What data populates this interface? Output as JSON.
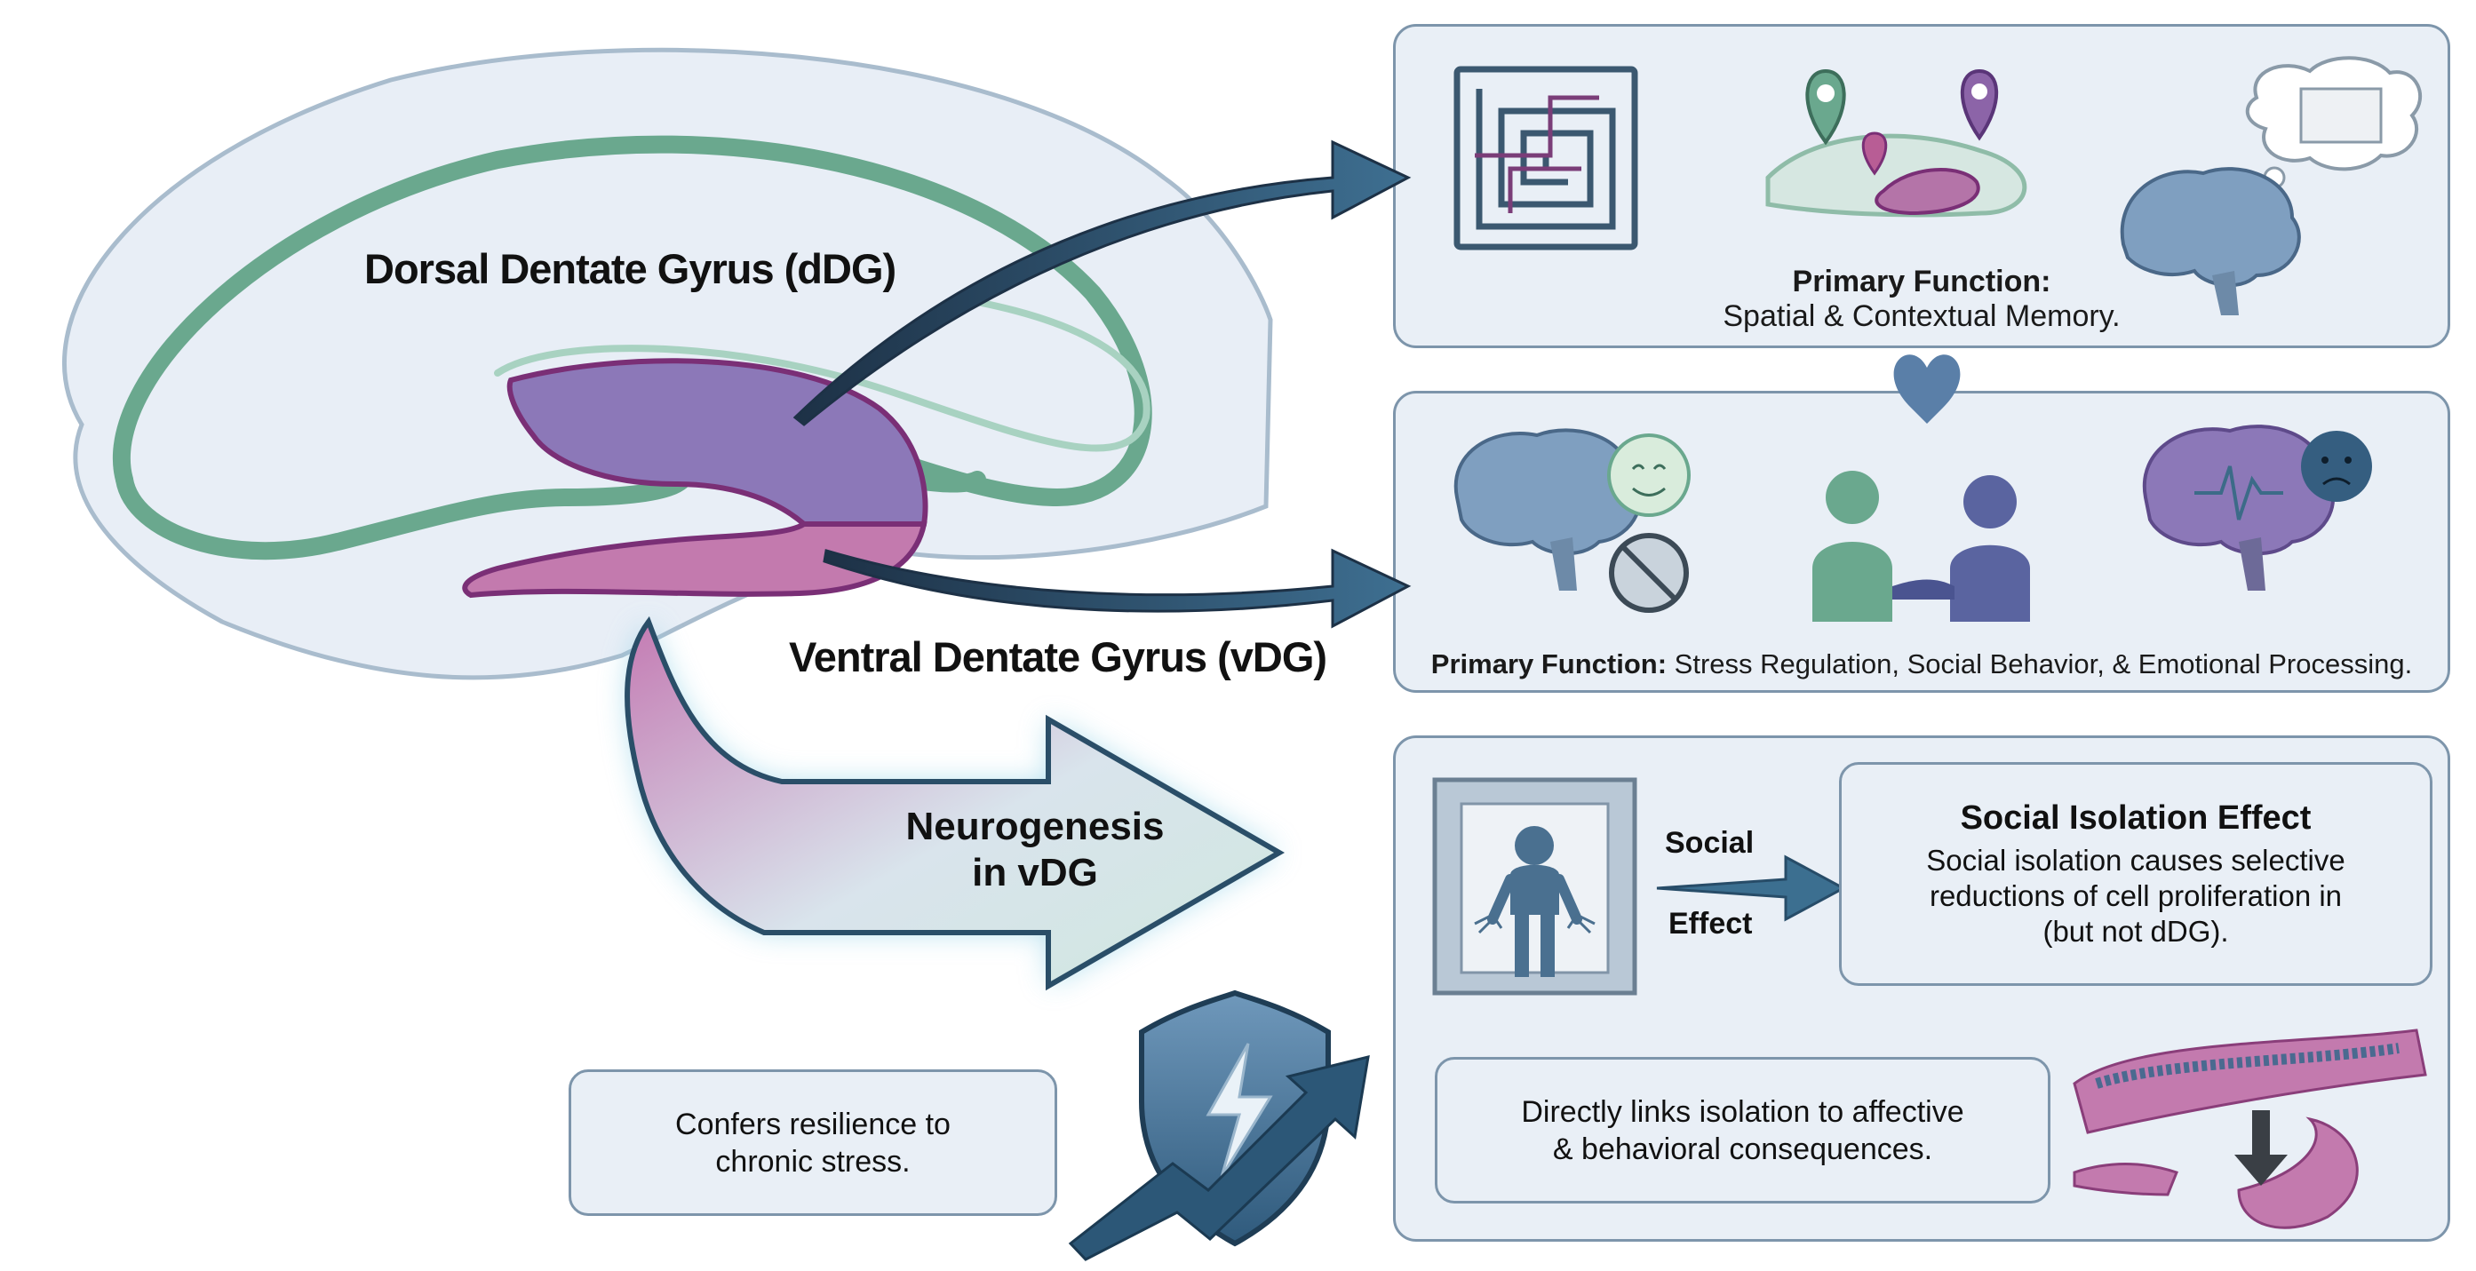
{
  "labels": {
    "dorsal": "Dorsal Dentate Gyrus (dDG)",
    "ventral": "Ventral Dentate Gyrus (vDG)",
    "neurogenesis_line1": "Neurogenesis",
    "neurogenesis_line2": "in vDG"
  },
  "dorsal_panel": {
    "function_heading": "Primary Function:",
    "function_text": "Spatial & Contextual Memory."
  },
  "ventral_panel": {
    "function_heading": "Primary Function:",
    "function_text": "Stress Regulation, Social Behavior, & Emotional Processing."
  },
  "isolation_panel": {
    "arrow_top": "Social",
    "arrow_bottom": "Effect",
    "effect_title": "Social Isolation Effect",
    "effect_line1": "Social isolation causes selective",
    "effect_line2": "reductions of cell proliferation in",
    "effect_line3": "(but not dDG).",
    "link_line1": "Directly links isolation to affective",
    "link_line2": "& behavioral consequences."
  },
  "resilience": {
    "line1": "Confers resilience to",
    "line2": "chronic stress."
  },
  "icons": {
    "maze": "maze-icon",
    "map_pins": "location-pin-icon",
    "thinking_brain": "brain-thought-icon",
    "calm_brain": "brain-calm-face-icon",
    "no_stress": "no-stress-icon",
    "social": "people-heart-icon",
    "sad_brain": "brain-sad-face-icon",
    "isolated_person": "isolated-person-icon",
    "shield": "shield-lightning-icon",
    "tissue": "dentate-tissue-icon"
  },
  "colors": {
    "dorsal_purple": "#8c78b8",
    "ventral_pink": "#c37aae",
    "green": "#6aa88e",
    "arrow_blue": "#2c5777",
    "panel_fill": "#e9eff6"
  }
}
